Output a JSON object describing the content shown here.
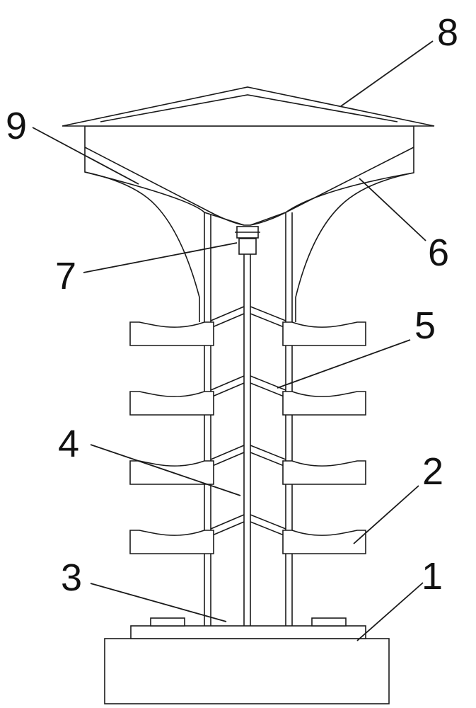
{
  "labels": {
    "l1": "1",
    "l2": "2",
    "l3": "3",
    "l4": "4",
    "l5": "5",
    "l6": "6",
    "l7": "7",
    "l8": "8",
    "l9": "9"
  },
  "colors": {
    "stroke": "#1a1a1a",
    "background": "#ffffff"
  }
}
